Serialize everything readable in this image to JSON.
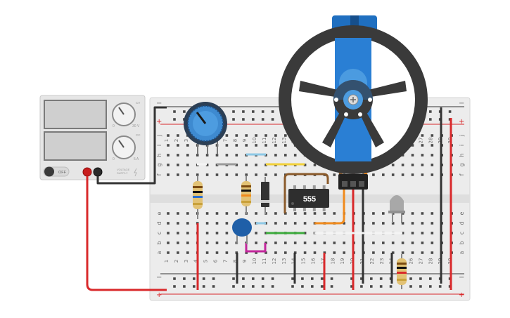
{
  "canvas": {
    "background": "#ffffff"
  },
  "breadboard": {
    "column_numbers": [
      "1",
      "2",
      "3",
      "4",
      "5",
      "6",
      "7",
      "8",
      "9",
      "10",
      "11",
      "12",
      "13",
      "14",
      "15",
      "16",
      "17",
      "18",
      "19",
      "20",
      "21",
      "22",
      "23",
      "24",
      "25",
      "26",
      "27",
      "28",
      "29",
      "30"
    ],
    "row_letters_top": [
      "f",
      "g",
      "h",
      "i",
      "j"
    ],
    "row_letters_bottom": [
      "a",
      "b",
      "c",
      "d",
      "e"
    ],
    "rail_minus": "−",
    "rail_plus": "+",
    "colors": {
      "board": "#ececec",
      "hole": "#4a4a4a",
      "rail_red": "#d9292b",
      "rail_black": "#333333"
    }
  },
  "power_supply": {
    "button_label": "OFF",
    "voltage_min": "0",
    "voltage_max": "30 V",
    "current_min": "0",
    "current_max": "5 A",
    "cv_indicator": "CV",
    "cc_indicator": "CC",
    "caption_line1": "VOLTAGE",
    "caption_line2": "SUPPLY"
  },
  "ic": {
    "label": "555"
  },
  "servo": {
    "body_color": "#1f6fc0",
    "wheel_color": "#3a3a3a"
  },
  "wire_colors": {
    "red": "#d9292b",
    "black": "#333333",
    "gray": "#9a9a9a",
    "blue": "#8ec9e6",
    "yellow": "#f2d13b",
    "green": "#3dab3d",
    "orange": "#f08a1c",
    "white": "#f4f4f4",
    "magenta": "#c2269b",
    "brown": "#8a5a2b"
  }
}
